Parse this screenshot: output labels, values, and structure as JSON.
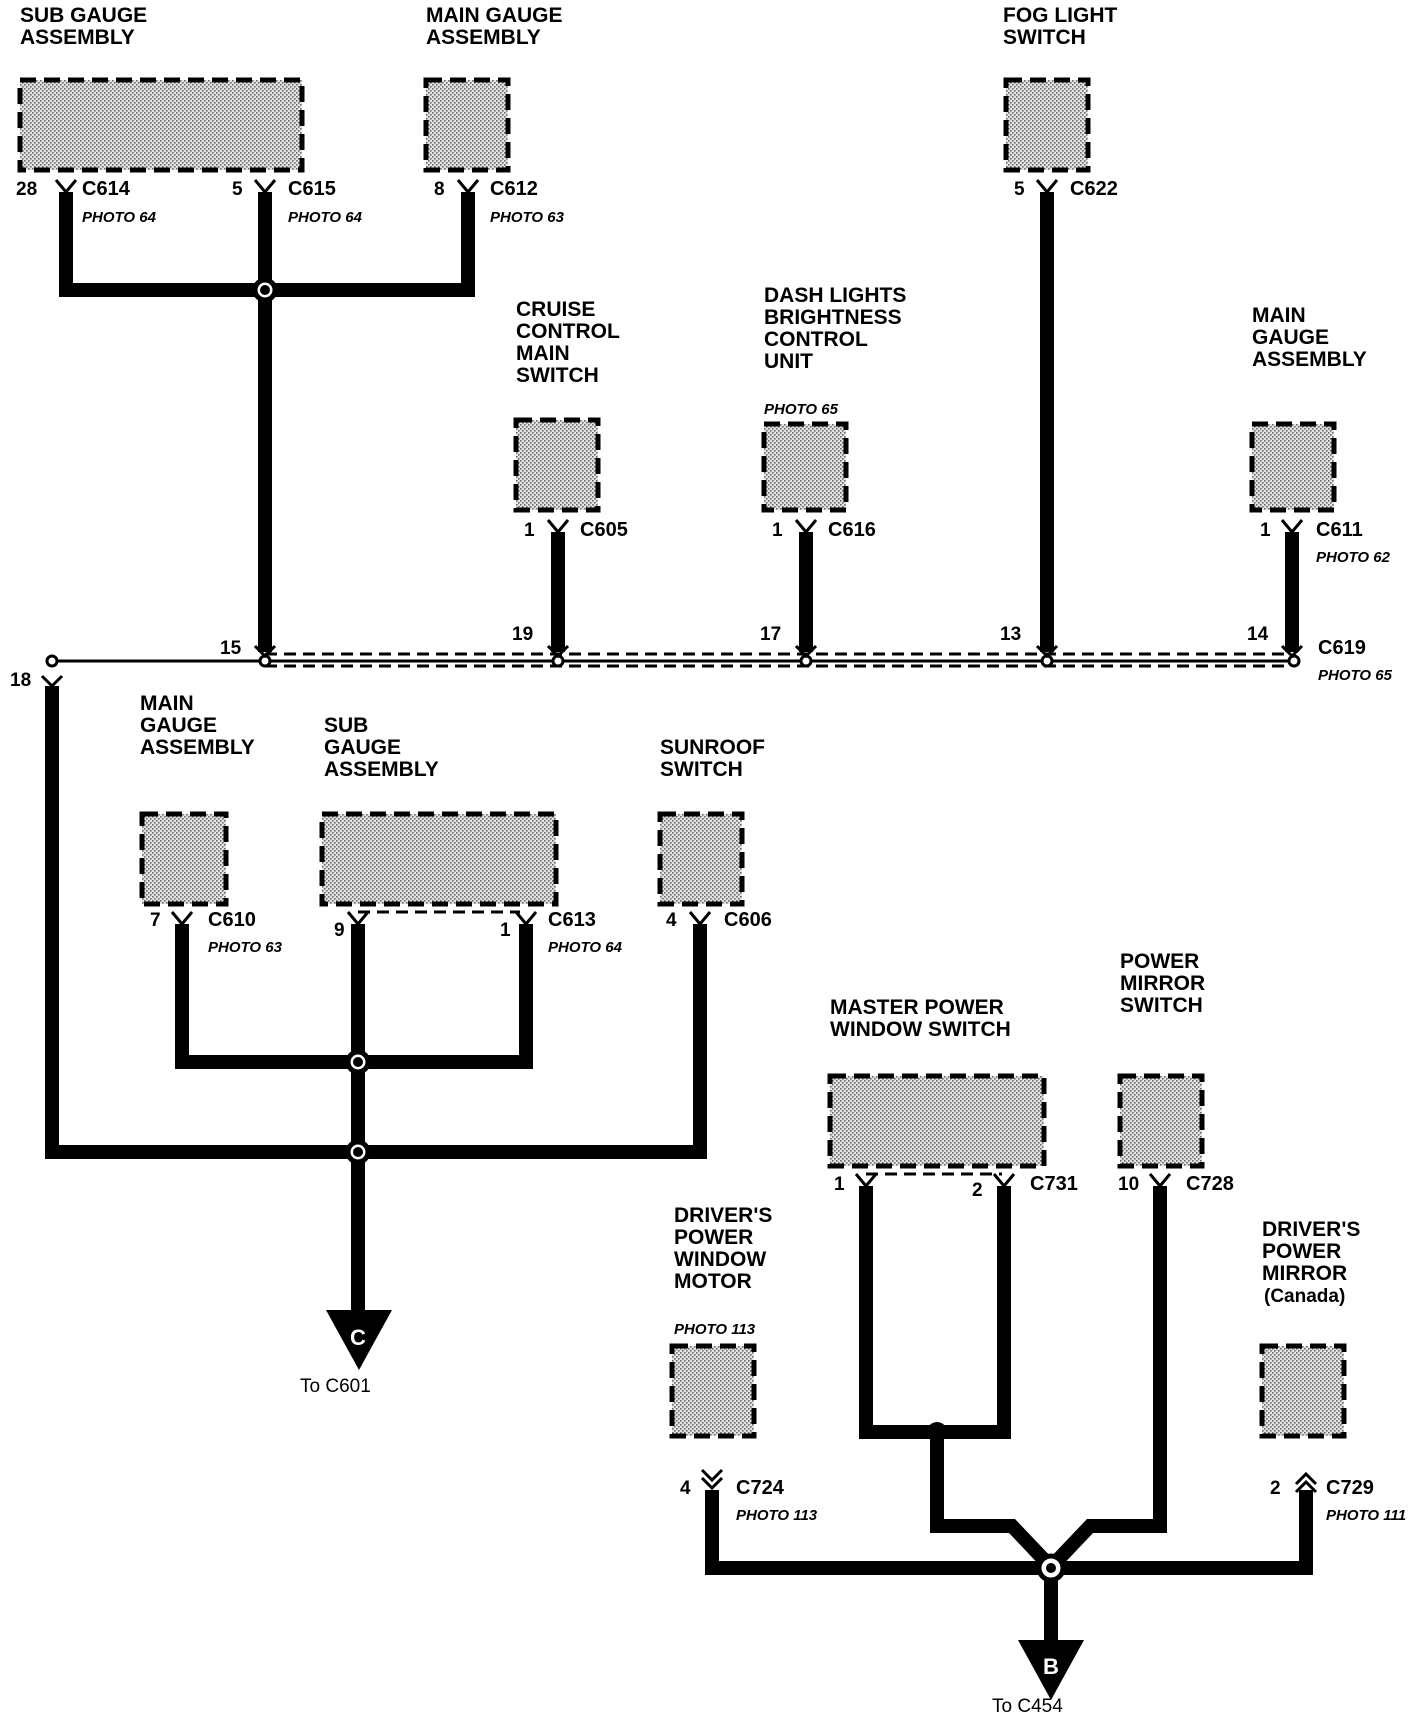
{
  "components": {
    "sub_gauge_top": {
      "title": [
        "SUB GAUGE",
        "ASSEMBLY"
      ]
    },
    "main_gauge_top": {
      "title": [
        "MAIN GAUGE",
        "ASSEMBLY"
      ]
    },
    "fog_light_switch": {
      "title": [
        "FOG LIGHT",
        "SWITCH"
      ]
    },
    "cruise_control": {
      "title": [
        "CRUISE",
        "CONTROL",
        "MAIN",
        "SWITCH"
      ]
    },
    "dash_lights": {
      "title": [
        "DASH LIGHTS",
        "BRIGHTNESS",
        "CONTROL",
        "UNIT"
      ],
      "photo": "PHOTO 65"
    },
    "main_gauge_right": {
      "title": [
        "MAIN",
        "GAUGE",
        "ASSEMBLY"
      ]
    },
    "main_gauge_lower": {
      "title": [
        "MAIN",
        "GAUGE",
        "ASSEMBLY"
      ]
    },
    "sub_gauge_lower": {
      "title": [
        "SUB",
        "GAUGE",
        "ASSEMBLY"
      ]
    },
    "sunroof_switch": {
      "title": [
        "SUNROOF",
        "SWITCH"
      ]
    },
    "master_power_window": {
      "title": [
        "MASTER POWER",
        "WINDOW SWITCH"
      ]
    },
    "power_mirror_switch": {
      "title": [
        "POWER",
        "MIRROR",
        "SWITCH"
      ]
    },
    "drivers_window_motor": {
      "title": [
        "DRIVER'S",
        "POWER",
        "WINDOW",
        "MOTOR"
      ],
      "photo": "PHOTO 113"
    },
    "drivers_mirror": {
      "title": [
        "DRIVER'S",
        "POWER",
        "MIRROR"
      ],
      "note": "(Canada)"
    }
  },
  "connectors": {
    "c614": {
      "pin": "28",
      "name": "C614",
      "photo": "PHOTO 64"
    },
    "c615": {
      "pin": "5",
      "name": "C615",
      "photo": "PHOTO 64"
    },
    "c612": {
      "pin": "8",
      "name": "C612",
      "photo": "PHOTO 63"
    },
    "c622": {
      "pin": "5",
      "name": "C622"
    },
    "c605": {
      "pin": "1",
      "name": "C605"
    },
    "c616": {
      "pin": "1",
      "name": "C616"
    },
    "c611": {
      "pin": "1",
      "name": "C611",
      "photo": "PHOTO 62"
    },
    "c619": {
      "name": "C619",
      "photo": "PHOTO 65",
      "pins": [
        "15",
        "19",
        "17",
        "13",
        "14",
        "18"
      ]
    },
    "c610": {
      "pin": "7",
      "name": "C610",
      "photo": "PHOTO 63"
    },
    "c613": {
      "pin_a": "9",
      "pin_b": "1",
      "name": "C613",
      "photo": "PHOTO 64"
    },
    "c606": {
      "pin": "4",
      "name": "C606"
    },
    "c731": {
      "pin_a": "1",
      "pin_b": "2",
      "name": "C731"
    },
    "c728": {
      "pin": "10",
      "name": "C728"
    },
    "c724": {
      "pin": "4",
      "name": "C724",
      "photo": "PHOTO 113"
    },
    "c729": {
      "pin": "2",
      "name": "C729",
      "photo": "PHOTO 111"
    }
  },
  "offpage": {
    "c": {
      "letter": "C",
      "label": "To C601"
    },
    "b": {
      "letter": "B",
      "label": "To C454"
    }
  }
}
